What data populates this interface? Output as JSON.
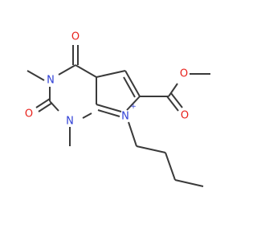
{
  "molecule": {
    "atom_labels": {
      "o_ring_top": "O",
      "o_ring_left": "O",
      "o_ester_carbonyl": "O",
      "o_ester_ether": "O",
      "n_ring_upper": "N",
      "n_ring_lower": "N",
      "n_pyrrole": "N",
      "n_charge": "+"
    }
  }
}
